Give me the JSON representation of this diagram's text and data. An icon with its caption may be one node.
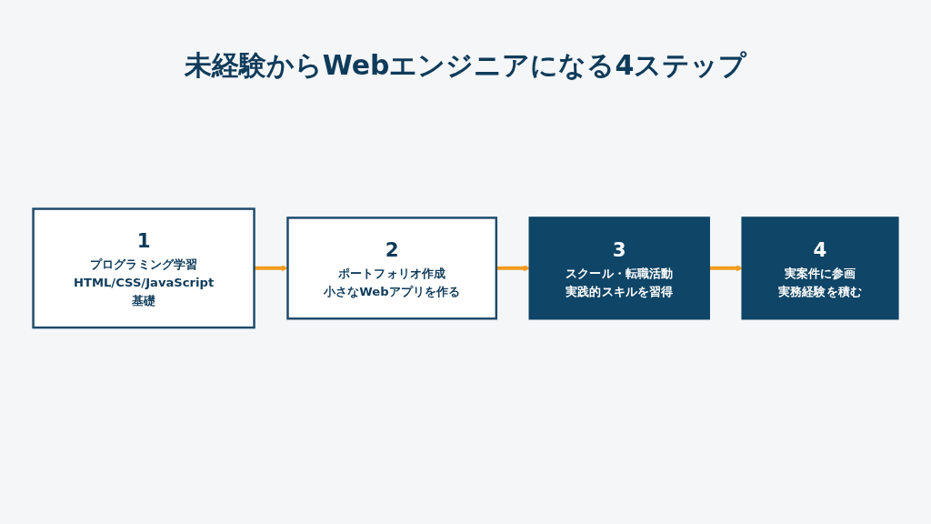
{
  "diagram": {
    "title": "未経験からWebエンジニアになる4ステップ",
    "nodes": [
      {
        "text": [
          "1",
          "プログラミング学習",
          "HTML/CSS/JavaScript基礎"
        ]
      },
      {
        "text": [
          "2",
          "ポートフォリオ作成",
          "小さなWebアプリを作る"
        ]
      },
      {
        "text": [
          "3",
          "スクール・転職活動",
          "実践的スキルを習得"
        ]
      },
      {
        "text": [
          "4",
          "実案件に参画",
          "実務経験を積む"
        ]
      }
    ],
    "edges": [
      {
        "from": 0,
        "to": 1,
        "arrow": "to"
      },
      {
        "from": 1,
        "to": 2,
        "arrow": "to"
      },
      {
        "from": 2,
        "to": 3,
        "arrow": "to"
      }
    ]
  }
}
